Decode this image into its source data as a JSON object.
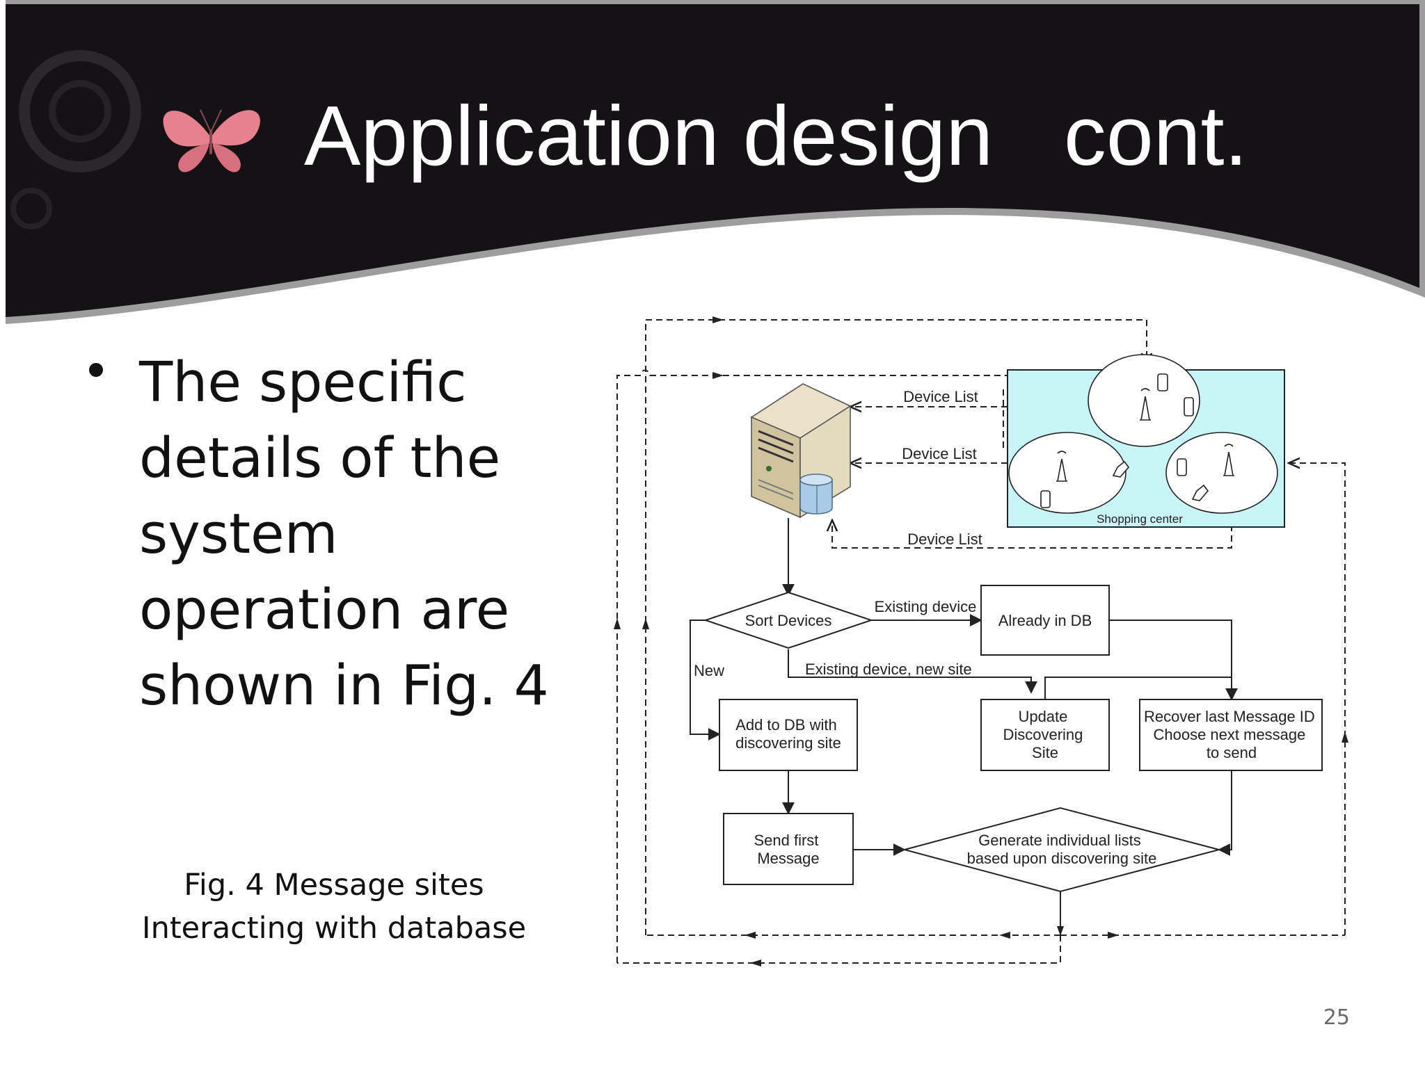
{
  "slide": {
    "title": "Application design   cont.",
    "bullet": "The specific details of the system operation are shown in Fig. 4",
    "caption_line1": "Fig. 4  Message sites",
    "caption_line2": "Interacting with database",
    "page_number": "25"
  },
  "colors": {
    "header_background": "#141214",
    "accent_pink": "#e7808f",
    "shopping_center_fill": "#c9f4f5"
  },
  "icons": {
    "title_bullet": "butterfly-icon",
    "server": "server-icon",
    "database": "database-icon",
    "devices": [
      "antenna-icon",
      "mobile-phone-icon",
      "flip-phone-icon"
    ]
  },
  "diagram": {
    "labels": {
      "device_list_1": "Device List",
      "device_list_2": "Device List",
      "device_list_3": "Device List",
      "shopping_center": "Shopping center",
      "existing_device": "Existing device",
      "new": "New",
      "existing_device_new_site": "Existing device, new site"
    },
    "nodes": {
      "sort_devices": "Sort Devices",
      "already_in_db": "Already in DB",
      "add_to_db_line1": "Add to DB with",
      "add_to_db_line2": "discovering site",
      "update_line1": "Update",
      "update_line2": "Discovering",
      "update_line3": "Site",
      "recover_line1": "Recover last Message ID",
      "recover_line2": "Choose next message",
      "recover_line3": "to send",
      "send_first_line1": "Send first",
      "send_first_line2": "Message",
      "generate_line1": "Generate individual lists",
      "generate_line2": "based upon discovering site"
    }
  }
}
